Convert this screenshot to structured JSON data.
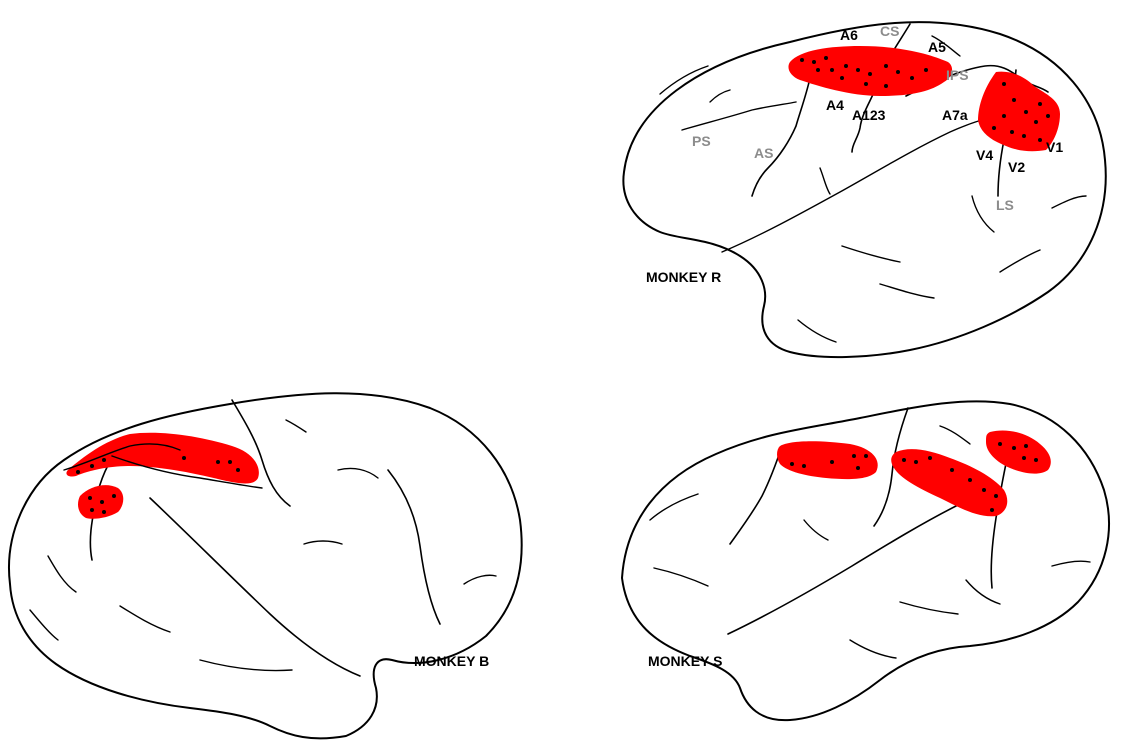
{
  "colors": {
    "recording_area": "#ff0000",
    "outline": "#000000",
    "area_label": "#000000",
    "sulcus_label": "#8c8c8c",
    "background": "#ffffff"
  },
  "panels": {
    "monkey_r": {
      "title": "MONKEY R",
      "area_labels": [
        "A6",
        "A5",
        "A4",
        "A123",
        "A7a",
        "V4",
        "V2",
        "V1"
      ],
      "sulcus_labels": [
        "CS",
        "IPS",
        "PS",
        "AS",
        "LS"
      ]
    },
    "monkey_b": {
      "title": "MONKEY B"
    },
    "monkey_s": {
      "title": "MONKEY S"
    }
  }
}
